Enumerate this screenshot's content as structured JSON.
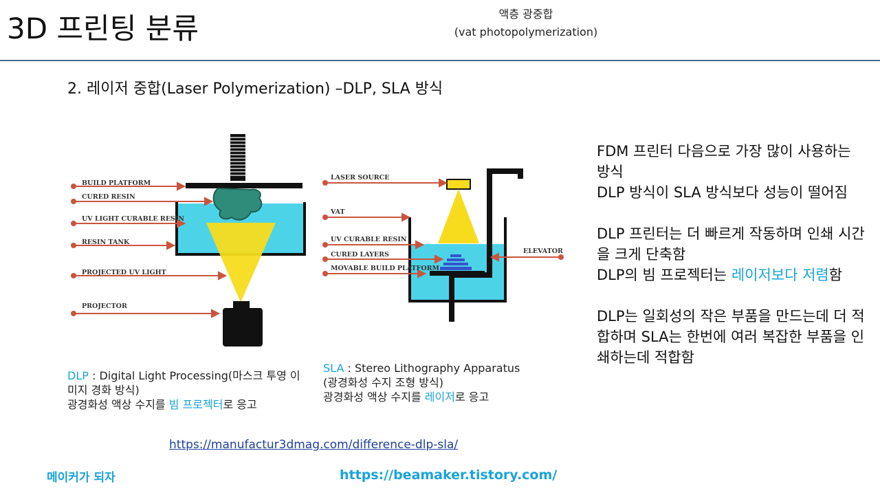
{
  "page": {
    "title": "3D 프린팅 분류",
    "subtitle_line1": "액층 광중합",
    "subtitle_line2": "(vat photopolymerization)",
    "section_heading": "2. 레이저 중합(Laser Polymerization) –DLP, SLA 방식"
  },
  "dlp_diagram": {
    "labels": [
      "BUILD PLATFORM",
      "CURED RESIN",
      "UV LIGHT CURABLE RESIN",
      "RESIN TANK",
      "PROJECTED UV LIGHT",
      "PROJECTOR"
    ]
  },
  "sla_diagram": {
    "labels": [
      "LASER SOURCE",
      "VAT",
      "UV CURABLE RESIN",
      "CURED LAYERS",
      "MOVABLE BUILD PLATFORM"
    ],
    "elevator_label": "ELEVATOR"
  },
  "dlp_caption": {
    "term": "DLP",
    "line1_rest": " : Digital Light Processing(마스크 투영 이미지 경화 방식)",
    "line2_pre": "광경화성 액상 수지를 ",
    "line2_highlight": "빔 프로젝터",
    "line2_post": "로 응고"
  },
  "sla_caption": {
    "term": "SLA",
    "line1_rest": " : Stereo Lithography Apparatus",
    "line2": "(광경화성 수지 조형 방식)",
    "line3_pre": "광경화성 액상 수지를 ",
    "line3_highlight": "레이저",
    "line3_post": "로 응고"
  },
  "right_text": {
    "p1_line1": "FDM 프린터 다음으로 가장 많이 사용하는 방식",
    "p1_line2": "DLP 방식이 SLA 방식보다 성능이 떨어짐",
    "p2_line1": "DLP 프린터는 더 빠르게 작동하며 인쇄 시간을 크게 단축함",
    "p2_line2_pre": "DLP의 빔 프로젝터는 ",
    "p2_line2_highlight": "레이저보다 저렴",
    "p2_line2_post": "함",
    "p3": "DLP는 일회성의 작은 부품을 만드는데 더 적합하며 SLA는 한번에 여러 복잡한 부품을 인쇄하는데 적합함"
  },
  "source_link": "https://manufactur3dmag.com/difference-dlp-sla/",
  "footer": {
    "left": "메이커가 되자",
    "right": "https://beamaker.tistory.com/"
  },
  "colors": {
    "accent": "#1aa3d9",
    "arrow": "#c9553f",
    "resin": "#4dd3e8",
    "light": "#f7dc1d",
    "rule": "#4b6a8a"
  },
  "icons": [
    "arrow-icon",
    "resin-tank-icon",
    "projector-icon",
    "laser-source-icon",
    "build-platform-icon"
  ]
}
